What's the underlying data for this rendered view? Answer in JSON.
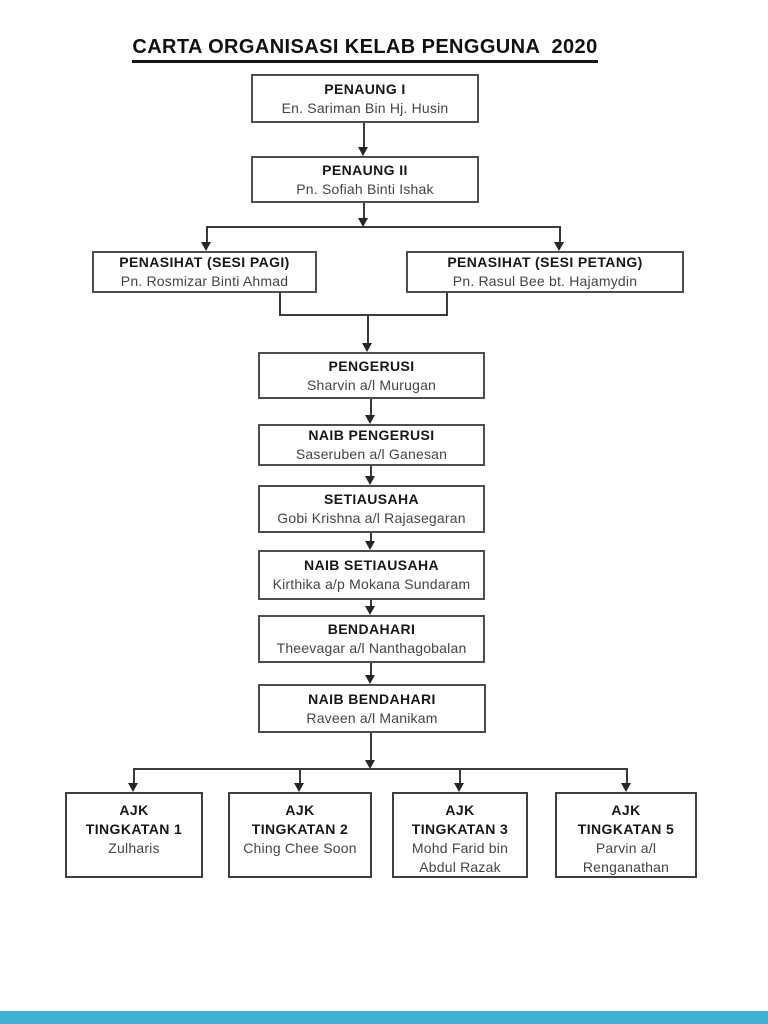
{
  "page": {
    "title": "CARTA ORGANISASI KELAB PENGGUNA  2020",
    "background_color": "#ffffff",
    "footer_bar_color": "#3fb2d2"
  },
  "org": {
    "nodes": {
      "penaung1": {
        "title": "PENAUNG I",
        "name": "En. Sariman Bin Hj. Husin"
      },
      "penaung2": {
        "title": "PENAUNG II",
        "name": "Pn. Sofiah Binti Ishak"
      },
      "penasihat_pagi": {
        "title": "PENASIHAT (SESI PAGI)",
        "name": "Pn. Rosmizar Binti Ahmad"
      },
      "penasihat_petang": {
        "title": "PENASIHAT (SESI PETANG)",
        "name": "Pn. Rasul Bee bt. Hajamydin"
      },
      "pengerusi": {
        "title": "PENGERUSI",
        "name": "Sharvin a/l Murugan"
      },
      "naib_pengerusi": {
        "title": "NAIB PENGERUSI",
        "name": "Saseruben a/l Ganesan"
      },
      "setiausaha": {
        "title": "SETIAUSAHA",
        "name": "Gobi Krishna a/l Rajasegaran"
      },
      "naib_setiausaha": {
        "title": "NAIB SETIAUSAHA",
        "name": "Kirthika a/p Mokana Sundaram"
      },
      "bendahari": {
        "title": "BENDAHARI",
        "name": "Theevagar a/l Nanthagobalan"
      },
      "naib_bendahari": {
        "title": "NAIB BENDAHARI",
        "name": "Raveen a/l Manikam"
      },
      "ajk1": {
        "line1": "AJK",
        "line2": "TINGKATAN 1",
        "name": "Zulharis"
      },
      "ajk2": {
        "line1": "AJK",
        "line2": "TINGKATAN 2",
        "name": "Ching Chee Soon"
      },
      "ajk3": {
        "line1": "AJK",
        "line2": "TINGKATAN 3",
        "name": "Mohd Farid bin Abdul Razak"
      },
      "ajk4": {
        "line1": "AJK",
        "line2": "TINGKATAN 5",
        "name": "Parvin a/l Renganathan"
      }
    }
  }
}
